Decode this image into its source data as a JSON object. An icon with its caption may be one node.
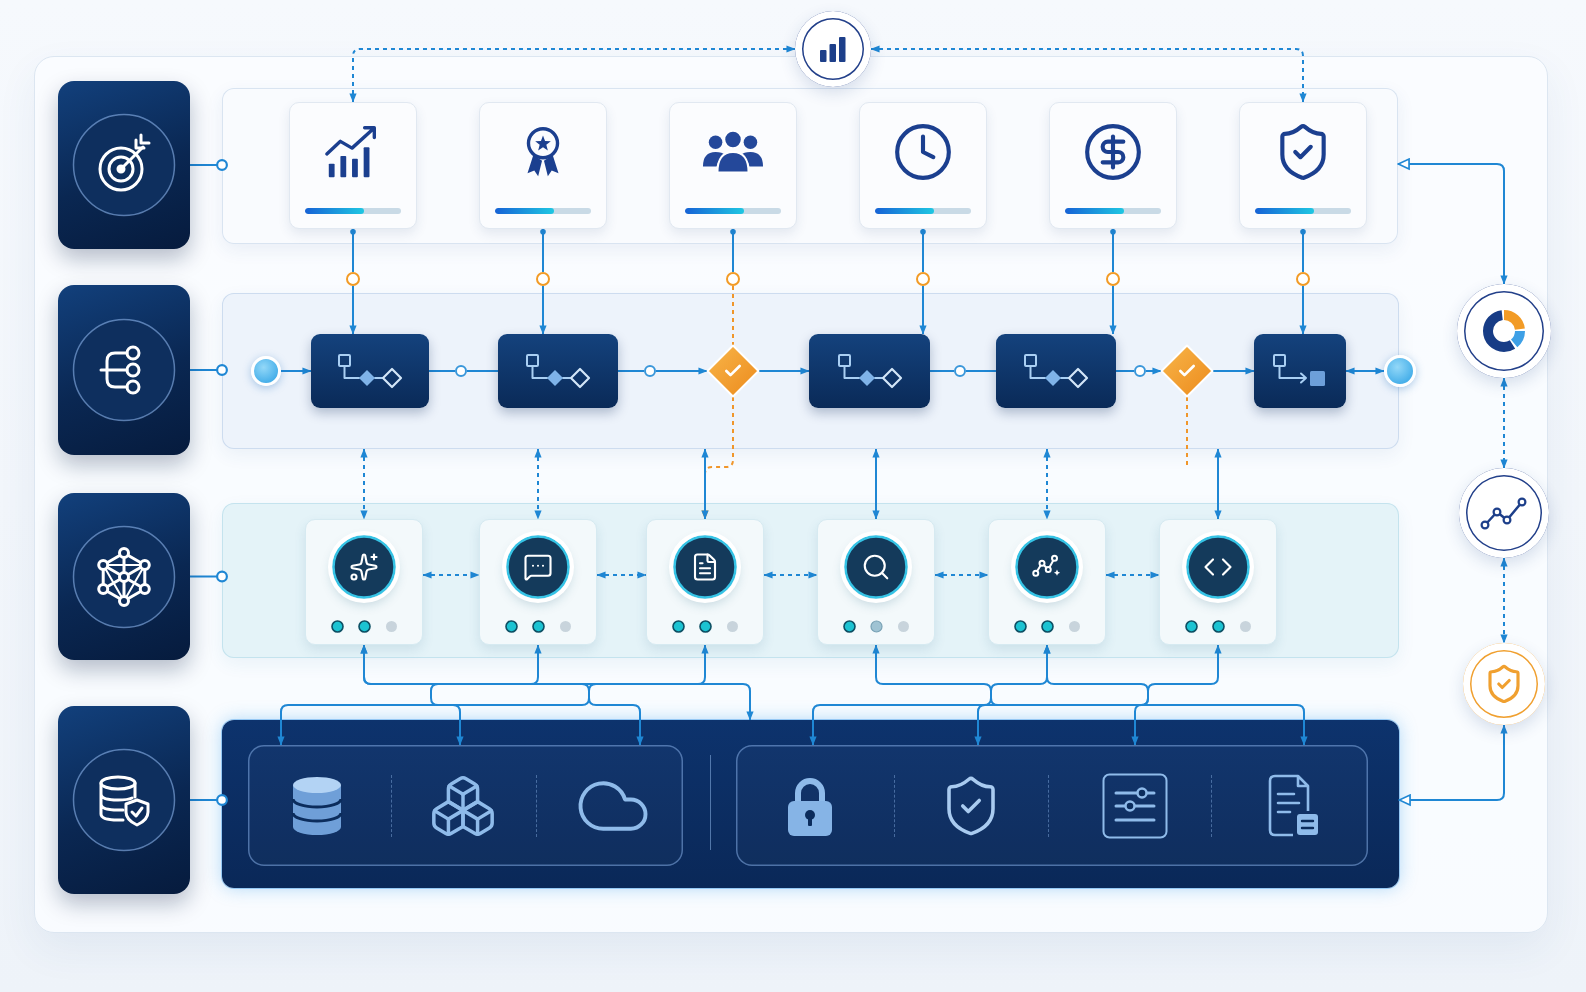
{
  "diagram": {
    "nodes": [
      {
        "text": [],
        "shape": "circle"
      },
      {
        "text": [],
        "shape": "box"
      },
      {
        "text": [],
        "shape": "box"
      },
      {
        "text": [],
        "shape": "box",
        "in": 2
      },
      {
        "text": [],
        "shape": "box",
        "in": 2
      },
      {
        "text": [],
        "shape": "box",
        "in": 2
      },
      {
        "text": [],
        "shape": "box",
        "in": 2
      },
      {
        "text": [],
        "shape": "box",
        "in": 2
      },
      {
        "text": [],
        "shape": "box",
        "in": 2
      },
      {
        "text": [],
        "shape": "circle"
      },
      {
        "text": [],
        "shape": "circle"
      },
      {
        "text": [],
        "shape": "circle"
      },
      {
        "text": [],
        "shape": "circle"
      },
      {
        "text": [],
        "shape": "circle"
      },
      {
        "text": [],
        "shape": "circle"
      },
      {
        "text": [],
        "shape": "box"
      },
      {
        "text": [],
        "shape": "box"
      },
      {
        "text": [],
        "shape": "circle",
        "in": 16
      },
      {
        "text": [],
        "shape": "box",
        "in": 16
      },
      {
        "text": [],
        "shape": "circle",
        "in": 16
      },
      {
        "text": [],
        "shape": "box",
        "in": 16
      },
      {
        "text": [],
        "shape": "circle",
        "in": 16
      },
      {
        "text": [],
        "shape": "diamond",
        "in": 16
      },
      {
        "text": [],
        "shape": "box",
        "in": 16
      },
      {
        "text": [],
        "shape": "circle",
        "in": 16
      },
      {
        "text": [],
        "shape": "box",
        "in": 16
      },
      {
        "text": [],
        "shape": "circle",
        "in": 16
      },
      {
        "text": [],
        "shape": "diamond",
        "in": 16
      },
      {
        "text": [],
        "shape": "box",
        "in": 16
      },
      {
        "text": [],
        "shape": "circle"
      },
      {
        "text": [],
        "shape": "box"
      },
      {
        "text": [],
        "shape": "box"
      },
      {
        "text": [],
        "shape": "box",
        "in": 31
      },
      {
        "text": [],
        "shape": "box",
        "in": 31
      },
      {
        "text": [],
        "shape": "box",
        "in": 31
      },
      {
        "text": [],
        "shape": "box",
        "in": 31
      },
      {
        "text": [],
        "shape": "box",
        "in": 31
      },
      {
        "text": [],
        "shape": "box",
        "in": 31
      },
      {
        "text": [],
        "shape": "box"
      },
      {
        "text": [],
        "shape": "box"
      },
      {
        "text": [],
        "shape": "box",
        "in": 39
      },
      {
        "text": [],
        "shape": "box",
        "in": 39
      },
      {
        "text": [],
        "shape": "circle"
      },
      {
        "text": [],
        "shape": "circle"
      },
      {
        "text": [],
        "shape": "circle"
      }
    ],
    "edges": [
      {
        "from": 0,
        "to": 3,
        "arrow": "both",
        "style": "dashed"
      },
      {
        "from": 0,
        "to": 8,
        "arrow": "both",
        "style": "dashed"
      },
      {
        "from": 1,
        "to": 2,
        "arrow": "other"
      },
      {
        "from": 3,
        "to": 9,
        "arrow": "other"
      },
      {
        "from": 4,
        "to": 10,
        "arrow": "other"
      },
      {
        "from": 5,
        "to": 11,
        "arrow": "other"
      },
      {
        "from": 6,
        "to": 12,
        "arrow": "other"
      },
      {
        "from": 7,
        "to": 13,
        "arrow": "other"
      },
      {
        "from": 8,
        "to": 14,
        "arrow": "other"
      },
      {
        "from": 9,
        "to": 18,
        "arrow": "to"
      },
      {
        "from": 10,
        "to": 20,
        "arrow": "to"
      },
      {
        "from": 11,
        "to": 22,
        "arrow": "none",
        "style": "dashed",
        "color": "#f0962a"
      },
      {
        "from": 12,
        "to": 23,
        "arrow": "to"
      },
      {
        "from": 13,
        "to": 25,
        "arrow": "to"
      },
      {
        "from": 14,
        "to": 28,
        "arrow": "to"
      },
      {
        "from": 15,
        "to": 16,
        "arrow": "other"
      },
      {
        "from": 17,
        "to": 18,
        "arrow": "to"
      },
      {
        "from": 18,
        "to": 19,
        "arrow": "none"
      },
      {
        "from": 19,
        "to": 20,
        "arrow": "none"
      },
      {
        "from": 20,
        "to": 21,
        "arrow": "none"
      },
      {
        "from": 21,
        "to": 22,
        "arrow": "to"
      },
      {
        "from": 22,
        "to": 23,
        "arrow": "to"
      },
      {
        "from": 23,
        "to": 24,
        "arrow": "none"
      },
      {
        "from": 24,
        "to": 25,
        "arrow": "none"
      },
      {
        "from": 25,
        "to": 26,
        "arrow": "none"
      },
      {
        "from": 26,
        "to": 27,
        "arrow": "to"
      },
      {
        "from": 27,
        "to": 28,
        "arrow": "to"
      },
      {
        "from": 28,
        "to": 29,
        "arrow": "both"
      },
      {
        "from": 22,
        "to": 34,
        "arrow": "to",
        "style": "dashed",
        "color": "#f0962a"
      },
      {
        "from": 27,
        "to": null,
        "arrow": "none",
        "style": "dashed",
        "color": "#f0962a"
      },
      {
        "from": 16,
        "to": 32,
        "arrow": "both",
        "style": "dashed"
      },
      {
        "from": 16,
        "to": 33,
        "arrow": "both",
        "style": "dashed"
      },
      {
        "from": 16,
        "to": 34,
        "arrow": "both"
      },
      {
        "from": 16,
        "to": 35,
        "arrow": "both"
      },
      {
        "from": 16,
        "to": 36,
        "arrow": "both",
        "style": "dashed"
      },
      {
        "from": 16,
        "to": 37,
        "arrow": "both"
      },
      {
        "from": 30,
        "to": 31,
        "arrow": "other"
      },
      {
        "from": 32,
        "to": 33,
        "arrow": "both",
        "style": "dashed"
      },
      {
        "from": 33,
        "to": 34,
        "arrow": "both",
        "style": "dashed"
      },
      {
        "from": 34,
        "to": 35,
        "arrow": "both",
        "style": "dashed"
      },
      {
        "from": 35,
        "to": 36,
        "arrow": "both",
        "style": "dashed"
      },
      {
        "from": 36,
        "to": 37,
        "arrow": "both",
        "style": "dashed"
      },
      {
        "from": 32,
        "to": 40,
        "arrow": "both"
      },
      {
        "from": 33,
        "to": 40,
        "arrow": "both"
      },
      {
        "from": 34,
        "to": 40,
        "arrow": "both"
      },
      {
        "from": 32,
        "to": 39,
        "arrow": "both"
      },
      {
        "from": 35,
        "to": 41,
        "arrow": "both"
      },
      {
        "from": 36,
        "to": 41,
        "arrow": "both"
      },
      {
        "from": 37,
        "to": 41,
        "arrow": "both"
      },
      {
        "from": 36,
        "to": 41,
        "arrow": "both"
      },
      {
        "from": 38,
        "to": 39,
        "arrow": "other"
      },
      {
        "from": 42,
        "to": 2,
        "arrow": "both"
      },
      {
        "from": 42,
        "to": 43,
        "arrow": "both",
        "style": "dashed"
      },
      {
        "from": 43,
        "to": 44,
        "arrow": "both",
        "style": "dashed"
      },
      {
        "from": 44,
        "to": 39,
        "arrow": "both"
      }
    ]
  }
}
